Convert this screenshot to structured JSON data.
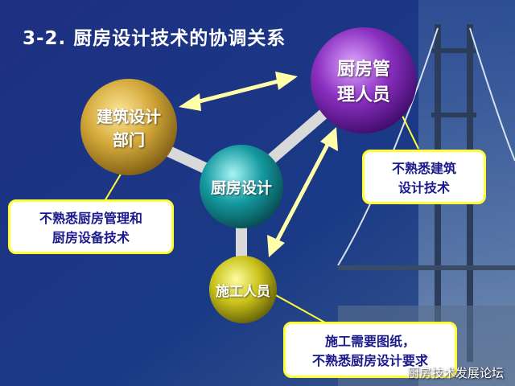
{
  "title": "3-2. 厨房设计技术的协调关系",
  "nodes": {
    "architecture": {
      "line1": "建筑设计",
      "line2": "部门",
      "color": "#c8a030"
    },
    "kitchen_mgmt": {
      "line1": "厨房管",
      "line2": "理人员",
      "color": "#8a2fc0"
    },
    "kitchen_design": {
      "label": "厨房设计",
      "color": "#149aa0"
    },
    "construction": {
      "label": "施工人员",
      "color": "#c9c21a"
    }
  },
  "callouts": {
    "architecture": {
      "line1": "不熟悉厨房管理和",
      "line2": "厨房设备技术"
    },
    "kitchen_mgmt": {
      "line1": "不熟悉建筑",
      "line2": "设计技术"
    },
    "construction": {
      "line1": "施工需要图纸，",
      "line2": "不熟悉厨房设计要求"
    }
  },
  "watermark": "厨房技术发展论坛",
  "colors": {
    "arrow": "#ffffaa",
    "callout_border": "#ffff33",
    "callout_text": "#1a1a8c"
  }
}
